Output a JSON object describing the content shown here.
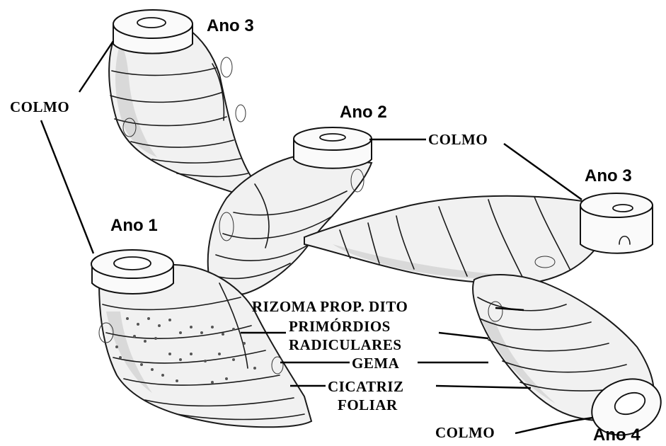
{
  "labels": {
    "ano3_top": "Ano 3",
    "ano2": "Ano 2",
    "ano3_right": "Ano 3",
    "ano1": "Ano 1",
    "ano4": "Ano 4",
    "colmo_left": "COLMO",
    "colmo_center": "COLMO",
    "colmo_bottom": "COLMO",
    "rizoma": "RIZOMA PROP. DITO",
    "primordios_1": "PRIMÓRDIOS",
    "primordios_2": "RADICULARES",
    "gema": "GEMA",
    "cicatriz_1": "CICATRIZ",
    "cicatriz_2": "FOLIAR"
  }
}
